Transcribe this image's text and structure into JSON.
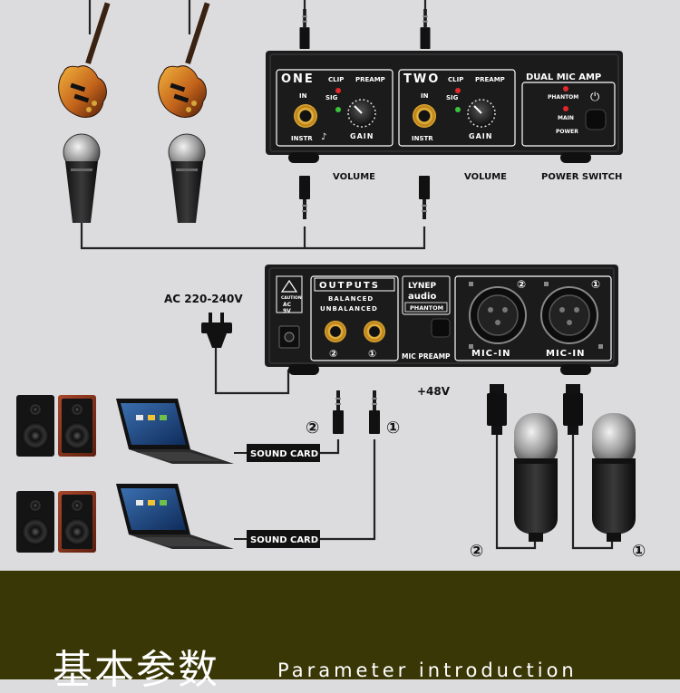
{
  "colors": {
    "background": "#dcdcde",
    "device": "#1b1b1b",
    "panel_text": "#ffffff",
    "jack_gold": "#d9a12b",
    "led_red": "#e0282a",
    "led_green": "#39c43b",
    "cable": "#222222",
    "banner": "#3a3706"
  },
  "top_unit": {
    "brand": "DUAL MIC AMP",
    "channel_one": {
      "name": "ONE",
      "in": "IN",
      "instr": "INSTR",
      "clip": "CLIP",
      "sig": "SIG",
      "preamp": "PREAMP",
      "gain": "GAIN"
    },
    "channel_two": {
      "name": "TWO",
      "in": "IN",
      "instr": "INSTR",
      "clip": "CLIP",
      "sig": "SIG",
      "preamp": "PREAMP",
      "gain": "GAIN"
    },
    "indicators": {
      "phantom": "PHANTOM",
      "main": "MAIN",
      "power": "POWER"
    },
    "captions": {
      "volume_one": "VOLUME",
      "volume_two": "VOLUME",
      "power_switch": "POWER SWITCH"
    }
  },
  "rear_unit": {
    "caution": "CAUTION",
    "ac_label_1": "AC",
    "ac_label_2": "9V",
    "outputs": "OUTPUTS",
    "balanced": "BALANCED",
    "unbalanced": "UNBALANCED",
    "out_left_num": "②",
    "out_right_num": "①",
    "brand_line1": "LYNEP",
    "brand_line2": "audio",
    "phantom": "PHANTOM",
    "mic_preamp": "MIC PREAMP",
    "mic_in_left": "MIC-IN",
    "mic_in_right": "MIC-IN",
    "xlr_left_num": "②",
    "xlr_right_num": "①"
  },
  "labels": {
    "ac_voltage": "AC 220-240V",
    "phantom_voltage": "+48V",
    "sound_card_1": "SOUND CARD",
    "sound_card_2": "SOUND CARD",
    "plug_num_2": "②",
    "plug_num_1": "①",
    "mic_num_2": "②",
    "mic_num_1": "①"
  },
  "banner": {
    "title": "基本参数",
    "subtitle": "Parameter introduction"
  }
}
